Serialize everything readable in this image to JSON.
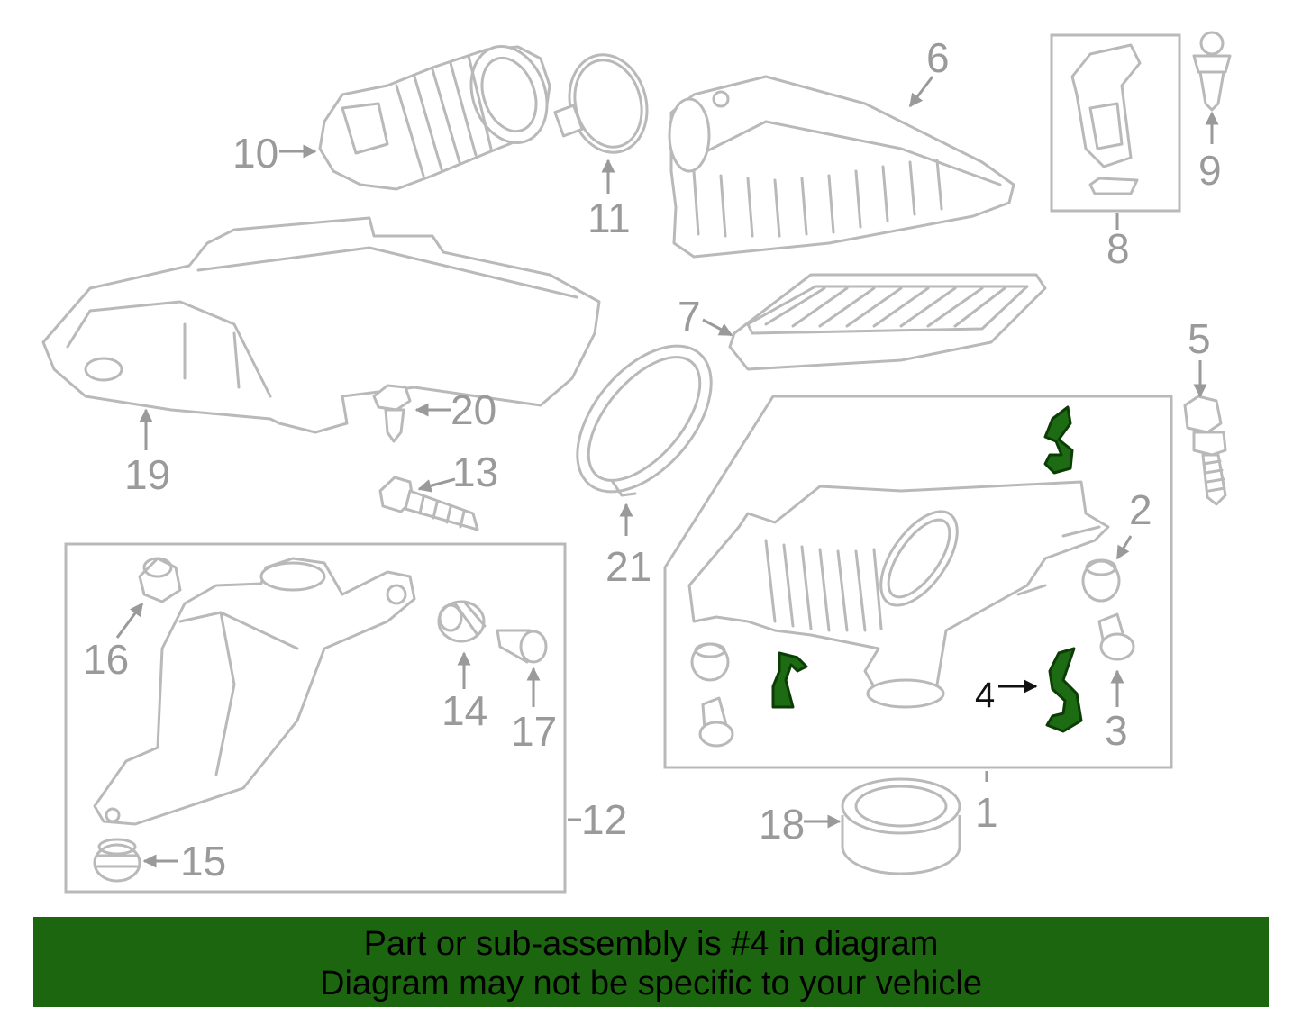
{
  "callouts": {
    "c1": "1",
    "c2": "2",
    "c3": "3",
    "c4": "4",
    "c5": "5",
    "c6": "6",
    "c7": "7",
    "c8": "8",
    "c9": "9",
    "c10": "10",
    "c11": "11",
    "c12": "12",
    "c13": "13",
    "c14": "14",
    "c15": "15",
    "c16": "16",
    "c17": "17",
    "c18": "18",
    "c19": "19",
    "c20": "20",
    "c21": "21"
  },
  "highlight": {
    "part_number": "4",
    "color": "#1c6610"
  },
  "banner": {
    "line1": "Part or sub-assembly is #4 in diagram",
    "line2": "Diagram may not be specific to your vehicle",
    "background": "#1c6610"
  }
}
